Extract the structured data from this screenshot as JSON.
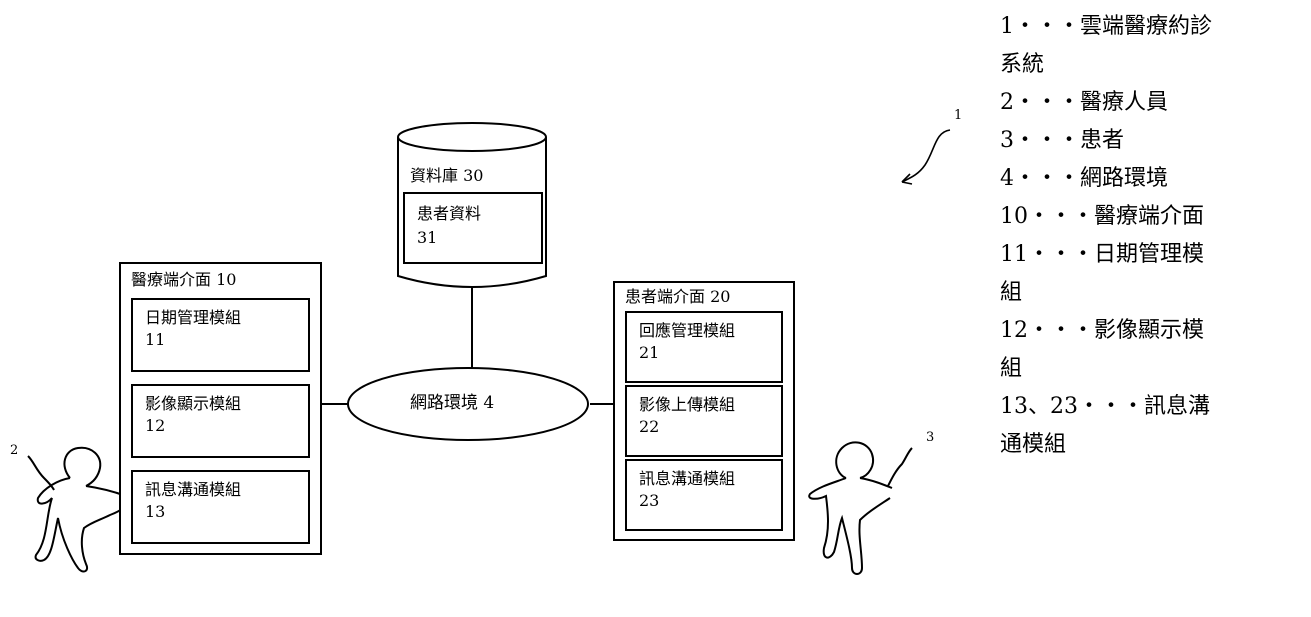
{
  "database": {
    "title": "資料庫 30",
    "inner_label": "患者資料",
    "inner_num": "31"
  },
  "network": {
    "label": "網路環境 4"
  },
  "medical_interface": {
    "title": "醫療端介面 10",
    "modules": [
      {
        "label": "日期管理模組",
        "num": "11"
      },
      {
        "label": "影像顯示模組",
        "num": "12"
      },
      {
        "label": "訊息溝通模組",
        "num": "13"
      }
    ]
  },
  "patient_interface": {
    "title": "患者端介面 20",
    "modules": [
      {
        "label": "回應管理模組",
        "num": "21"
      },
      {
        "label": "影像上傳模組",
        "num": "22"
      },
      {
        "label": "訊息溝通模組",
        "num": "23"
      }
    ]
  },
  "refs": {
    "system": "1",
    "staff": "2",
    "patient": "3"
  },
  "legend": [
    "1・・・雲端醫療約診",
    "系統",
    "2・・・醫療人員",
    "3・・・患者",
    "4・・・網路環境",
    "10・・・醫療端介面",
    "11・・・日期管理模",
    "組",
    "12・・・影像顯示模",
    "組",
    "13、23・・・訊息溝",
    "通模組"
  ]
}
